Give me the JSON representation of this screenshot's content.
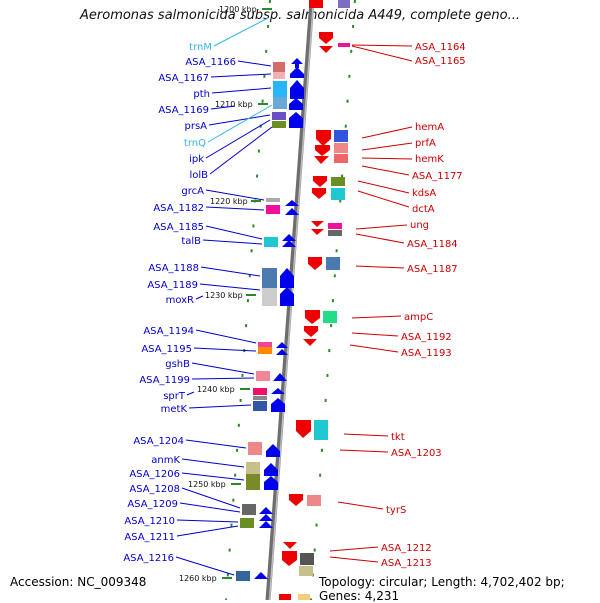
{
  "title": "Aeromonas salmonicida subsp. salmonicida A449, complete geno...",
  "footer": {
    "accession": "Accession: NC_009348",
    "summary": "Topology: circular; Length: 4,702,402 bp; Genes: 4,231"
  },
  "ticks": [
    "1200 kbp",
    "1210 kbp",
    "1220 kbp",
    "1230 kbp",
    "1240 kbp",
    "1250 kbp",
    "1260 kbp"
  ],
  "left_labels": [
    {
      "text": "trnM",
      "color": "#33b5e5"
    },
    {
      "text": "ASA_1166",
      "color": "#0000cc"
    },
    {
      "text": "ASA_1167",
      "color": "#0000cc"
    },
    {
      "text": "pth",
      "color": "#0000cc"
    },
    {
      "text": "ASA_1169",
      "color": "#0000cc"
    },
    {
      "text": "prsA",
      "color": "#0000cc"
    },
    {
      "text": "trnQ",
      "color": "#33b5e5"
    },
    {
      "text": "ipk",
      "color": "#0000cc"
    },
    {
      "text": "lolB",
      "color": "#0000cc"
    },
    {
      "text": "grcA",
      "color": "#0000cc"
    },
    {
      "text": "ASA_1182",
      "color": "#0000cc"
    },
    {
      "text": "ASA_1185",
      "color": "#0000cc"
    },
    {
      "text": "talB",
      "color": "#0000cc"
    },
    {
      "text": "ASA_1188",
      "color": "#0000cc"
    },
    {
      "text": "ASA_1189",
      "color": "#0000cc"
    },
    {
      "text": "moxR",
      "color": "#0000cc"
    },
    {
      "text": "ASA_1194",
      "color": "#0000cc"
    },
    {
      "text": "ASA_1195",
      "color": "#0000cc"
    },
    {
      "text": "gshB",
      "color": "#0000cc"
    },
    {
      "text": "ASA_1199",
      "color": "#0000cc"
    },
    {
      "text": "sprT",
      "color": "#0000cc"
    },
    {
      "text": "metK",
      "color": "#0000cc"
    },
    {
      "text": "ASA_1204",
      "color": "#0000cc"
    },
    {
      "text": "anmK",
      "color": "#0000cc"
    },
    {
      "text": "ASA_1206",
      "color": "#0000cc"
    },
    {
      "text": "ASA_1208",
      "color": "#0000cc"
    },
    {
      "text": "ASA_1209",
      "color": "#0000cc"
    },
    {
      "text": "ASA_1210",
      "color": "#0000cc"
    },
    {
      "text": "ASA_1211",
      "color": "#0000cc"
    },
    {
      "text": "ASA_1216",
      "color": "#0000cc"
    }
  ],
  "right_labels": [
    {
      "text": "ASA_1164",
      "color": "#cc0000"
    },
    {
      "text": "ASA_1165",
      "color": "#cc0000"
    },
    {
      "text": "hemA",
      "color": "#cc0000"
    },
    {
      "text": "prfA",
      "color": "#cc0000"
    },
    {
      "text": "hemK",
      "color": "#cc0000"
    },
    {
      "text": "ASA_1177",
      "color": "#cc0000"
    },
    {
      "text": "kdsA",
      "color": "#cc0000"
    },
    {
      "text": "dctA",
      "color": "#cc0000"
    },
    {
      "text": "ung",
      "color": "#cc0000"
    },
    {
      "text": "ASA_1184",
      "color": "#cc0000"
    },
    {
      "text": "ASA_1187",
      "color": "#cc0000"
    },
    {
      "text": "ampC",
      "color": "#cc0000"
    },
    {
      "text": "ASA_1192",
      "color": "#cc0000"
    },
    {
      "text": "ASA_1193",
      "color": "#cc0000"
    },
    {
      "text": "tkt",
      "color": "#cc0000"
    },
    {
      "text": "ASA_1203",
      "color": "#cc0000"
    },
    {
      "text": "tyrS",
      "color": "#cc0000"
    },
    {
      "text": "ASA_1212",
      "color": "#cc0000"
    },
    {
      "text": "ASA_1213",
      "color": "#cc0000"
    }
  ],
  "colors": {
    "backbone": "#888888",
    "tick": "#2a8a2a",
    "forward_strand": "#0000ee",
    "reverse_strand": "#ee0000",
    "trna": "#33b5e5"
  }
}
